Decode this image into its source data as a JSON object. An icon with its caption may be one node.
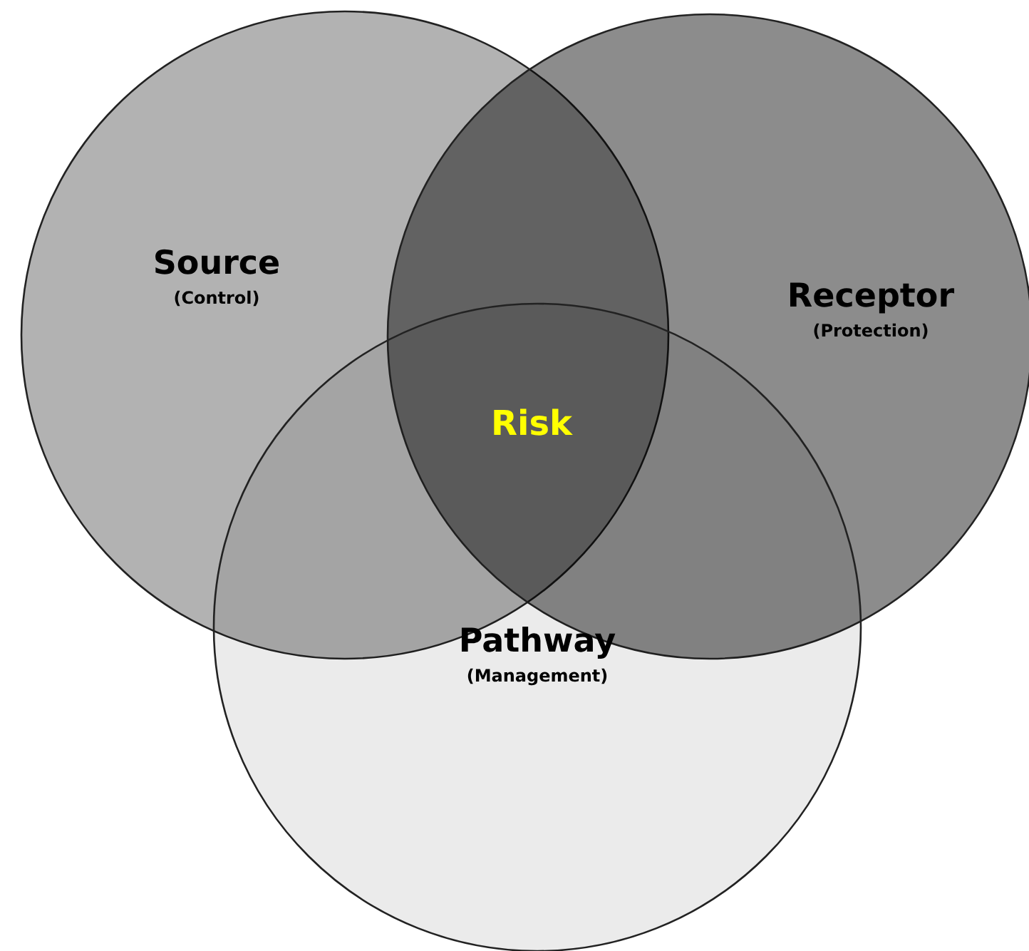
{
  "diagram": {
    "nodes": [
      {
        "text": [
          "Source",
          "(Control)"
        ]
      },
      {
        "text": [
          "Receptor",
          "(Protection)"
        ]
      },
      {
        "text": [
          "Pathway",
          "(Management)"
        ]
      },
      {
        "text": [
          "Risk"
        ]
      }
    ]
  }
}
